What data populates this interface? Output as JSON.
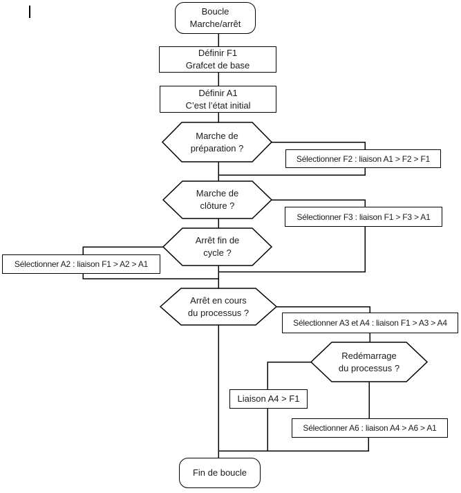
{
  "diagram_title": "Boucle Marche/arrêt flowchart",
  "colors": {
    "stroke": "#000000",
    "background": "#ffffff",
    "text": "#1a1a1a"
  },
  "nodes": {
    "start": {
      "type": "terminator",
      "label": "Boucle\nMarche/arrêt"
    },
    "definir_f1": {
      "type": "process",
      "label": "Définir F1\nGrafcet de base"
    },
    "definir_a1": {
      "type": "process",
      "label": "Définir A1\nC’est l’état initial"
    },
    "marche_preparation": {
      "type": "decision",
      "label": "Marche de\npréparation ?"
    },
    "selectionner_f2": {
      "type": "process",
      "label": "Sélectionner F2 : liaison A1 > F2 > F1"
    },
    "marche_cloture": {
      "type": "decision",
      "label": "Marche de\nclôture ?"
    },
    "selectionner_f3": {
      "type": "process",
      "label": "Sélectionner F3 : liaison F1 > F3 > A1"
    },
    "arret_fin_cycle": {
      "type": "decision",
      "label": "Arrêt fin de\ncycle ?"
    },
    "selectionner_a2": {
      "type": "process",
      "label": "Sélectionner A2 : liaison F1 > A2 > A1"
    },
    "arret_en_cours": {
      "type": "decision",
      "label": "Arrêt en cours\ndu processus ?"
    },
    "selectionner_a3_a4": {
      "type": "process",
      "label": "Sélectionner A3 et A4 : liaison F1 > A3 > A4"
    },
    "redemarrage": {
      "type": "decision",
      "label": "Redémarrage\ndu processus ?"
    },
    "liaison_a4_f1": {
      "type": "process",
      "label": "Liaison A4 > F1"
    },
    "selectionner_a6": {
      "type": "process",
      "label": "Sélectionner A6 : liaison A4 > A6 > A1"
    },
    "end": {
      "type": "terminator",
      "label": "Fin de boucle"
    }
  }
}
